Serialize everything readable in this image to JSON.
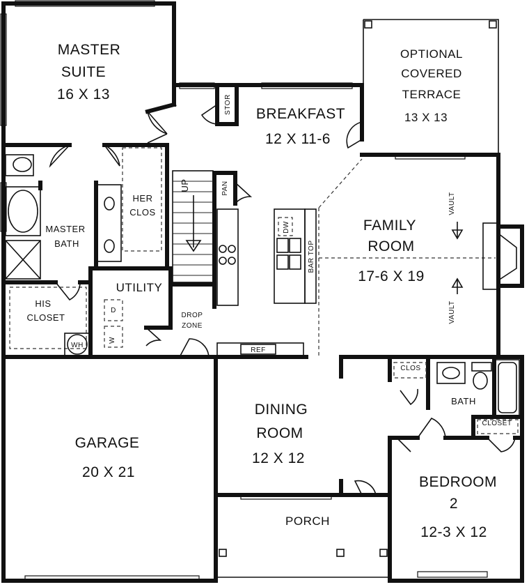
{
  "plan": {
    "rooms": {
      "master_suite": {
        "name_line1": "MASTER",
        "name_line2": "SUITE",
        "size": "16 X 13"
      },
      "breakfast": {
        "name": "BREAKFAST",
        "size": "12 X 11-6"
      },
      "terrace": {
        "line1": "OPTIONAL",
        "line2": "COVERED",
        "line3": "TERRACE",
        "size": "13 X 13"
      },
      "family_room": {
        "name_line1": "FAMILY",
        "name_line2": "ROOM",
        "size": "17-6 X 19"
      },
      "master_bath": {
        "name_line1": "MASTER",
        "name_line2": "BATH"
      },
      "her_closet": {
        "name_line1": "HER",
        "name_line2": "CLOS"
      },
      "utility": {
        "name": "UTILITY"
      },
      "his_closet": {
        "name_line1": "HIS",
        "name_line2": "CLOSET"
      },
      "drop_zone": {
        "line1": "DROP",
        "line2": "ZONE"
      },
      "garage": {
        "name": "GARAGE",
        "size": "20 X 21"
      },
      "dining_room": {
        "name_line1": "DINING",
        "name_line2": "ROOM",
        "size": "12 X 12"
      },
      "bath": {
        "name": "BATH"
      },
      "bedroom2": {
        "name_line1": "BEDROOM",
        "name_line2": "2",
        "size": "12-3 X 12"
      },
      "porch": {
        "name": "PORCH"
      }
    },
    "fixtures": {
      "stor": "STOR",
      "pan": "PAN",
      "up": "UP",
      "dw": "DW",
      "bar_top": "BAR TOP",
      "vault_top": "VAULT",
      "vault_bottom": "VAULT",
      "ref": "REF",
      "clos": "CLOS",
      "closet": "CLOSET",
      "washer": "W",
      "dryer": "D",
      "water_heater": "WH"
    }
  }
}
